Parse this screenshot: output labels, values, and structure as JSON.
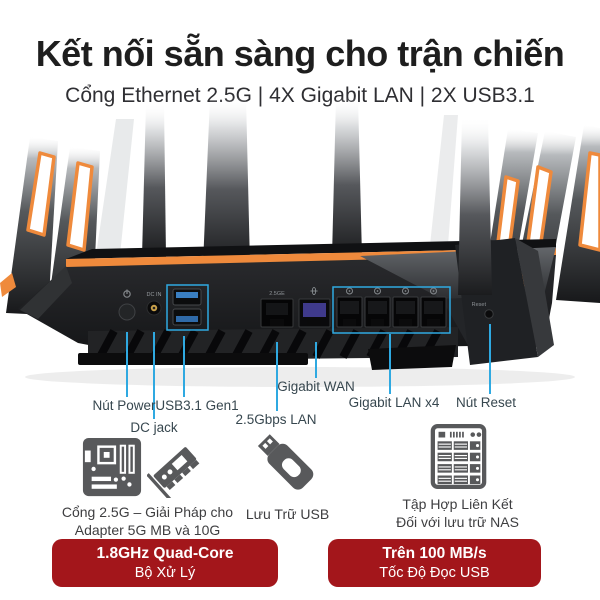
{
  "colors": {
    "accent_orange": "#EF8A3C",
    "callout_blue": "#2FA9E1",
    "badge_red": "#A3161B",
    "icon_grey": "#58595B",
    "label_text": "#37474F",
    "title_text": "#1E1E1E"
  },
  "header": {
    "title": "Kết nối sẵn sàng cho trận chiến",
    "subtitle": "Cổng Ethernet 2.5G | 4X Gigabit LAN | 2X USB3.1"
  },
  "router": {
    "port_labels": {
      "dc_in": "DC IN",
      "lan_2_5": "2.5GE",
      "reset": "Reset"
    }
  },
  "callouts": [
    {
      "id": "power",
      "label": "Nút Power"
    },
    {
      "id": "dc-jack",
      "label": "DC jack"
    },
    {
      "id": "usb",
      "label": "USB3.1 Gen1"
    },
    {
      "id": "lan-2-5g",
      "label": "2.5Gbps LAN"
    },
    {
      "id": "wan",
      "label": "Gigabit WAN"
    },
    {
      "id": "lan-x4",
      "label": "Gigabit LAN x4"
    },
    {
      "id": "reset",
      "label": "Nút Reset"
    }
  ],
  "features": [
    {
      "id": "adapter",
      "icon": "motherboard-and-pcie-card-icon",
      "lines": [
        "Cổng 2.5G – Giải Pháp cho",
        "Adapter 5G MB và 10G"
      ]
    },
    {
      "id": "usb-storage",
      "icon": "usb-flash-drive-icon",
      "lines": [
        "Lưu Trữ USB"
      ]
    },
    {
      "id": "nas",
      "icon": "nas-server-icon",
      "lines": [
        "Tập Hợp Liên Kết",
        "Đối với lưu trữ NAS"
      ]
    }
  ],
  "badges": [
    {
      "line1": "1.8GHz Quad-Core",
      "line2": "Bộ Xử Lý"
    },
    {
      "line1": "Trên 100 MB/s",
      "line2": "Tốc Độ Đọc USB"
    }
  ]
}
